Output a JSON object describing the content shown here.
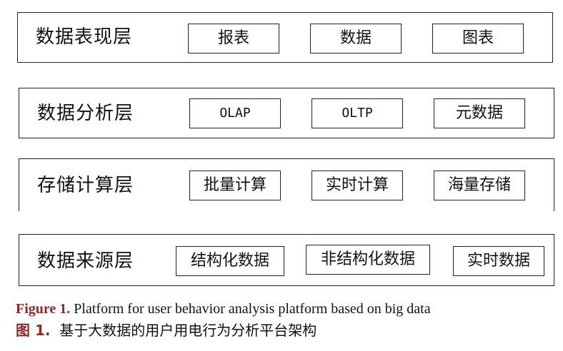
{
  "layers": [
    {
      "title": "数据表现层",
      "boxes": [
        "报表",
        "数据",
        "图表"
      ]
    },
    {
      "title": "数据分析层",
      "boxes": [
        "OLAP",
        "OLTP",
        "元数据"
      ]
    },
    {
      "title": "存储计算层",
      "boxes": [
        "批量计算",
        "实时计算",
        "海量存储"
      ]
    },
    {
      "title": "数据来源层",
      "boxes": [
        "结构化数据",
        "非结构化数据",
        "实时数据"
      ]
    }
  ],
  "caption": {
    "en_label": "Figure 1.",
    "en_text": " Platform for user behavior analysis platform based on big data",
    "zh_label": "图 1.",
    "zh_text": "  基于大数据的用户用电行为分析平台架构",
    "label_color": "#8b2a2a"
  }
}
